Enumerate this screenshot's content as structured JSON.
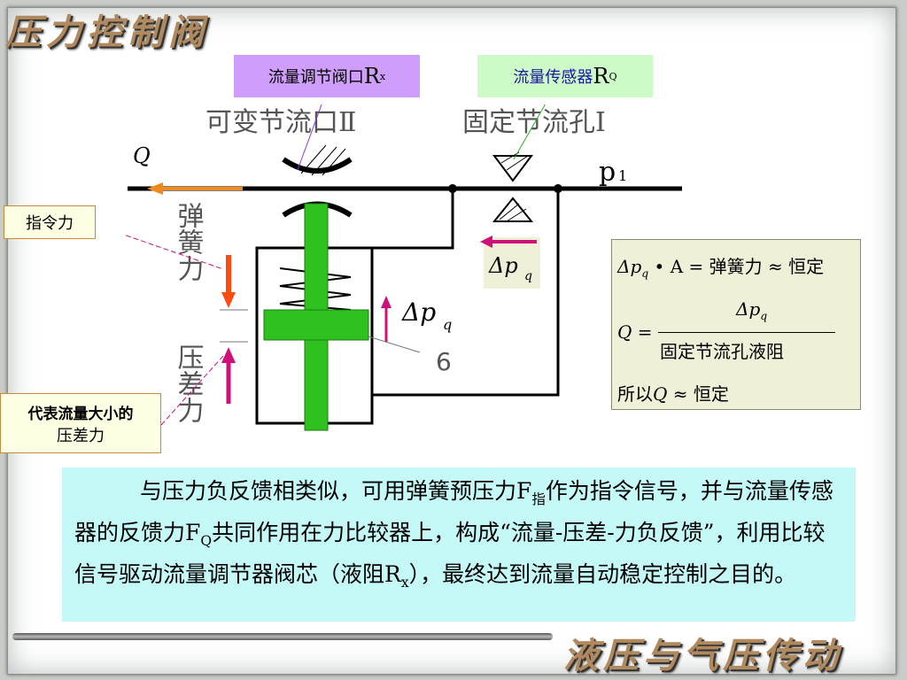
{
  "slide": {
    "title": "压力控制阀",
    "footer": "液压与气压传动"
  },
  "labels": {
    "valve_port": "流量调节阀口",
    "valve_port_symbol": "R",
    "valve_port_sub": "x",
    "sensor": "流量传感器",
    "sensor_symbol": "R",
    "sensor_sub": "Q",
    "command_force": "指令力",
    "pressure_force_line1": "代表流量大小的",
    "pressure_force_line2": "压差力"
  },
  "diagram": {
    "variable_throttle": "可变节流口Ⅱ",
    "fixed_orifice": "固定节流孔Ⅰ",
    "flow_symbol": "Q",
    "pressure_symbol": "p",
    "pressure_sub": "1",
    "spring_force": "弹簧力",
    "diff_force": "压差力",
    "part_number": "6",
    "dp_symbol": "Δp",
    "dp_sub": "q",
    "colors": {
      "spool": "#2fc21f",
      "flow_arrow": "#f08a1c",
      "spring_arrow": "#ff4a10",
      "dp_arrow": "#d0107a"
    }
  },
  "formula": {
    "line1_lhs": "Δp",
    "line1_sub": "q",
    "line1_dot": " • A = ",
    "line1_rhs": "弹簧力 ≈ 恒定",
    "frac_lhs": "Q = ",
    "frac_num": "Δp",
    "frac_num_sub": "q",
    "frac_den": "固定节流孔液阻",
    "line3_a": "所以",
    "line3_q": "Q",
    "line3_b": " ≈ 恒定"
  },
  "paragraph": {
    "p1": "与压力负反馈相类似，可用弹簧预压力F",
    "p1_sub": "指",
    "p2": "作为指令信号，并与流量传感器的反馈力F",
    "p2_sub": "Q",
    "p3": "共同作用在力比较器上，构成“流量-压差-力负反馈”，利用比较信号驱动流量调节器阀芯（液阻R",
    "p3_sub": "x",
    "p4": "），最终达到流量自动稳定控制之目的。"
  }
}
